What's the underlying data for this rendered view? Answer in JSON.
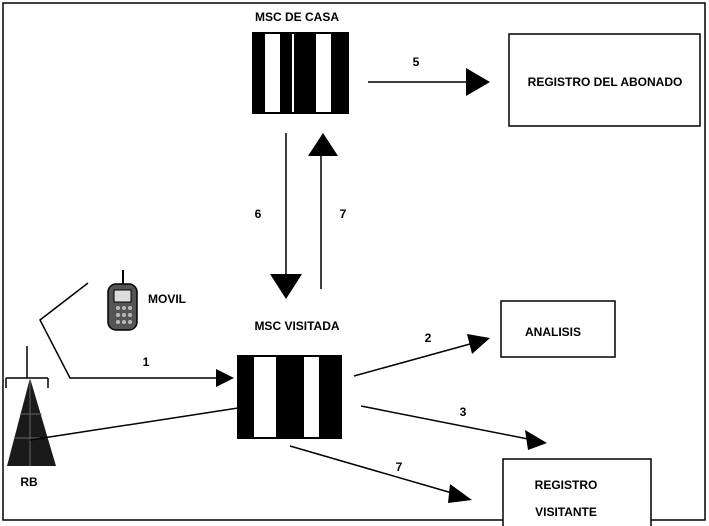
{
  "nodes": {
    "msc_home": {
      "label": "MSC DE CASA"
    },
    "subscriber_registry": {
      "label": "REGISTRO DEL ABONADO"
    },
    "msc_visited": {
      "label": "MSC VISITADA"
    },
    "analysis": {
      "label": "ANALISIS"
    },
    "visitor_registry": {
      "line1": "REGISTRO",
      "line2": "VISITANTE"
    },
    "mobile": {
      "label": "MOVIL"
    },
    "base_station": {
      "label": "RB"
    }
  },
  "edges": {
    "e5": "5",
    "e6": "6",
    "e7_up": "7",
    "e1": "1",
    "e2": "2",
    "e3": "3",
    "e7_down": "7"
  }
}
